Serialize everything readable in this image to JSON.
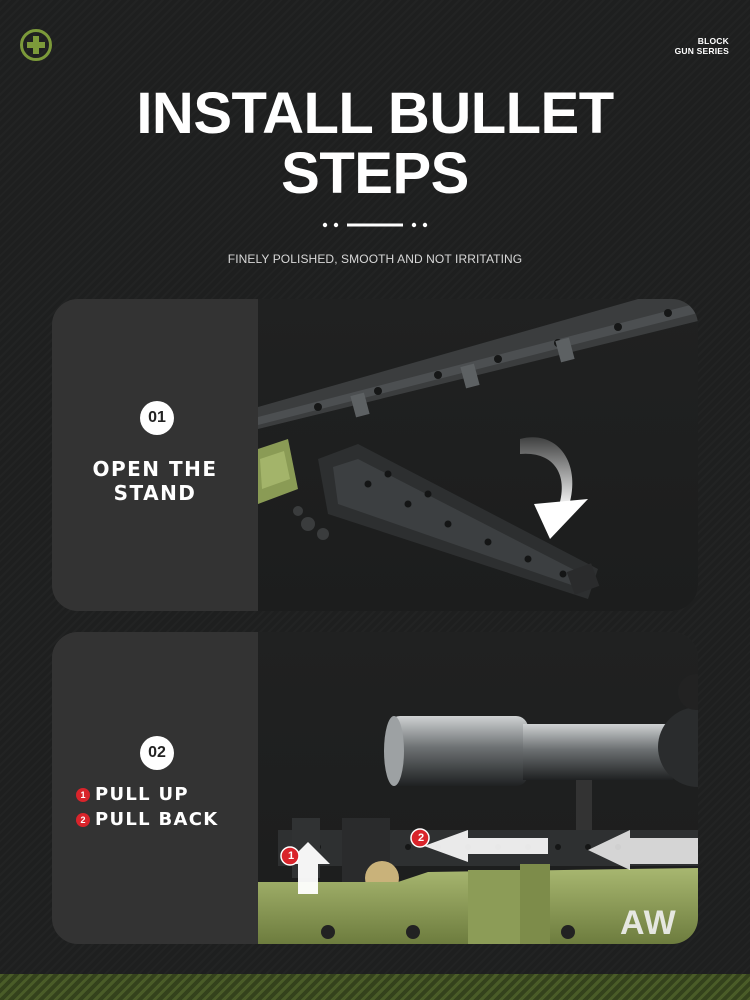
{
  "brand": {
    "line1": "BLOCK",
    "line2": "GUN SERIES"
  },
  "title": {
    "line1": "INSTALL BULLET",
    "line2": "STEPS"
  },
  "subtitle": "FINELY POLISHED, SMOOTH AND NOT IRRITATING",
  "steps": [
    {
      "number": "01",
      "line1": "OPEN THE",
      "line2": "STAND"
    },
    {
      "number": "02",
      "items": [
        {
          "marker": "1",
          "label": "PULL UP"
        },
        {
          "marker": "2",
          "label": "PULL BACK"
        }
      ]
    }
  ],
  "photo_markers": [
    "1",
    "2"
  ],
  "watermark": "AW",
  "colors": {
    "background": "#1e1f1f",
    "accent_green": "#7c9a3a",
    "marker_red": "#d9242b",
    "card_left": "#333333",
    "rifle_green": "#8a9b55"
  }
}
